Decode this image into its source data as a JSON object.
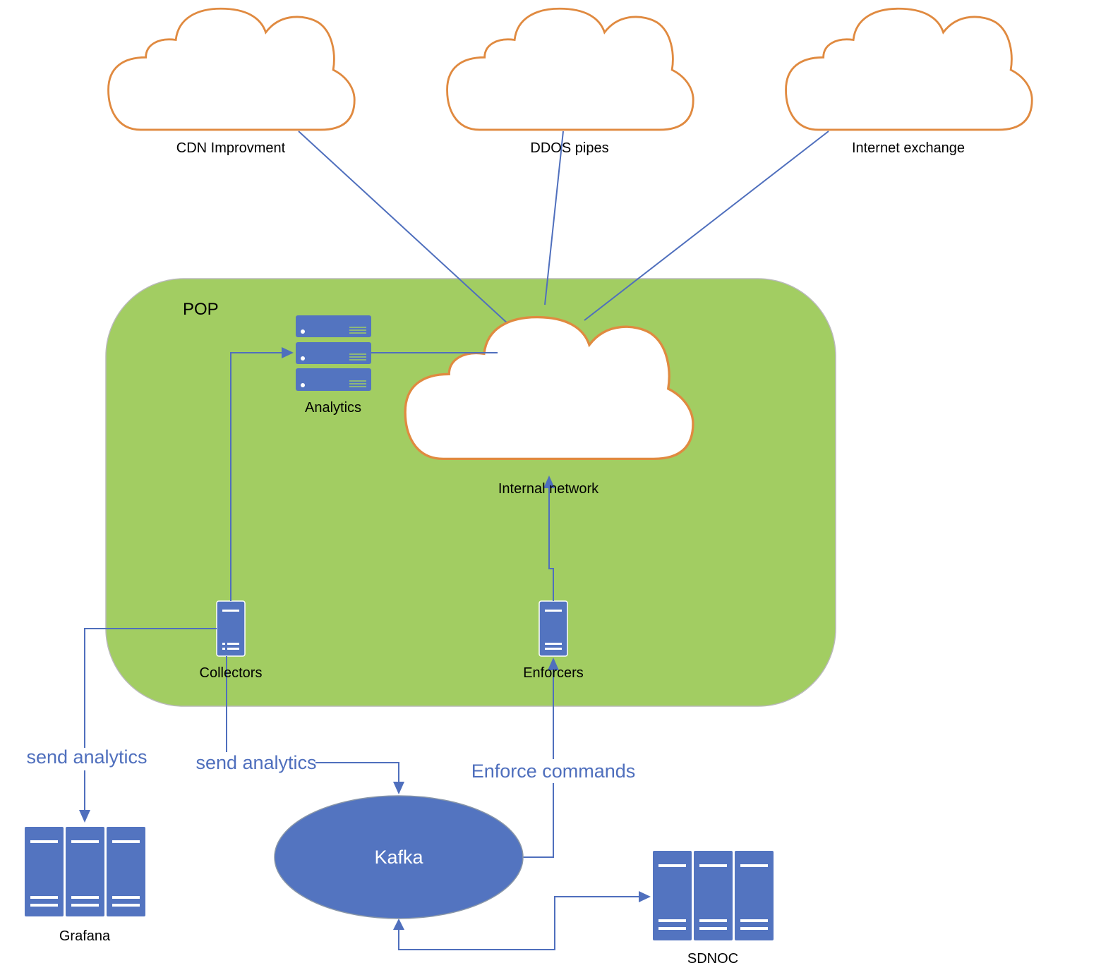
{
  "colors": {
    "line": "#4f6fbd",
    "icon": "#5374c0",
    "cloud_stroke": "#e08a40",
    "cloud_fill": "#ffffff",
    "pop_fill": "#a2cd62",
    "pop_stroke": "#b9b9b9",
    "kafka_fill": "#5374c0",
    "text": "#000000",
    "text_on_icon": "#ffffff"
  },
  "clouds": {
    "cdn": {
      "label": "CDN Improvment"
    },
    "ddos": {
      "label": "DDOS pipes"
    },
    "ix": {
      "label": "Internet exchange"
    },
    "internal": {
      "label": "Internal network"
    }
  },
  "pop": {
    "label": "POP"
  },
  "nodes": {
    "analytics": {
      "label": "Analytics",
      "icon": "server-rack-icon"
    },
    "collectors": {
      "label": "Collectors",
      "icon": "server-tower-icon"
    },
    "enforcers": {
      "label": "Enforcers",
      "icon": "server-tower-icon"
    },
    "kafka": {
      "label": "Kafka"
    },
    "grafana": {
      "label": "Grafana",
      "icon": "server-cluster-icon"
    },
    "sdnoc": {
      "label": "SDNOC",
      "icon": "server-cluster-icon"
    }
  },
  "edges": {
    "send_analytics_grafana": {
      "label": "send analytics"
    },
    "send_analytics_kafka": {
      "label": "send analytics"
    },
    "enforce_commands": {
      "label": "Enforce commands"
    }
  }
}
